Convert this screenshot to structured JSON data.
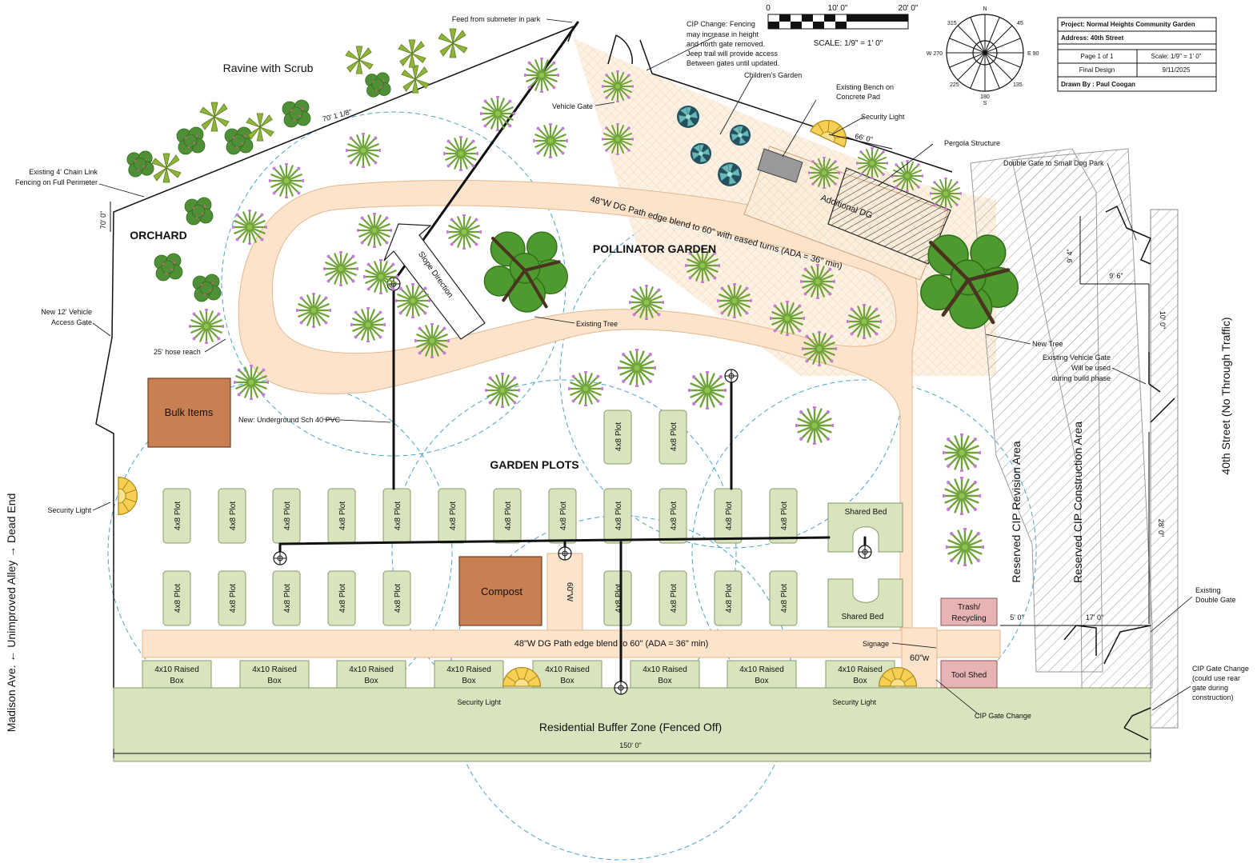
{
  "title_block": {
    "project": "Project: Normal Heights Community Garden",
    "address": "Address: 40th Street",
    "page": "Page 1 of 1",
    "scale": "Scale: 1/9\" = 1' 0\"",
    "status": "Final Design",
    "date": "9/11/2025",
    "drawn_by": "Drawn By : Paul Coogan"
  },
  "scale_bar": {
    "t0": "0",
    "t10": "10' 0\"",
    "t20": "20' 0\"",
    "label": "SCALE:   1/9\" = 1' 0\""
  },
  "compass": {
    "n": "N",
    "s": "S",
    "w": "W 270",
    "e": "E 90",
    "s180": "180",
    "d45": "45",
    "d135": "135",
    "d225": "225",
    "d315": "315"
  },
  "areas": {
    "ravine": "Ravine with Scrub",
    "orchard": "ORCHARD",
    "pollinator": "POLLINATOR GARDEN",
    "plots": "GARDEN PLOTS",
    "buffer": "Residential Buffer Zone (Fenced Off)",
    "cip_revision": "Reserved CIP Revision Area",
    "cip_construction": "Reserved CIP Construction Area",
    "street": "40th Street (No Through Traffic)",
    "alley": "Madison Ave. ← Unimproved Alley → Dead End"
  },
  "structures": {
    "bulk": "Bulk Items",
    "compost": "Compost",
    "trash1": "Trash/",
    "trash2": "Recycling",
    "shed": "Tool Shed",
    "shared": "Shared Bed",
    "plot": "4x8 Plot",
    "raised1": "4x10 Raised",
    "raised2": "Box",
    "dg": "Additional DG"
  },
  "notes": {
    "feed": "Feed from submeter in park",
    "cip1": "CIP Change: Fencing",
    "cip2": "may increase in height",
    "cip3": "and north gate removed.",
    "cip4": "Jeep trail will provide access",
    "cip5": "Between gates until updated.",
    "children": "Children's Garden",
    "bench1": "Existing Bench on",
    "bench2": "Concrete Pad",
    "security_top": "Security Light",
    "pergola": "Pergola Structure",
    "dog_gate": "Double Gate to Small Dog Park",
    "vehicle_gate": "Vehicle Gate",
    "fence1": "Existing 4' Chain Link",
    "fence2": "Fencing on Full Perimeter",
    "access1": "New 12' Vehicle",
    "access2": "Access Gate",
    "hose": "25' hose reach",
    "pvc": "New: Underground Sch 40 PVC",
    "security_left": "Security Light",
    "existing_tree": "Existing Tree",
    "new_tree": "New Tree",
    "veh_gate1": "Existing Vehicle Gate",
    "veh_gate2": "Will be used",
    "veh_gate3": "during build phase",
    "slope": "Slope Direction",
    "path_top": "48\"W DG Path edge blend to 60\" with eased turns (ADA = 36\" min)",
    "path_bottom": "48\"W DG Path edge blend to 60\" (ADA = 36\" min)",
    "w60_vert": "60\"W",
    "w60": "60\"w",
    "signage": "Signage",
    "security_b1": "Security Light",
    "security_b2": "Security Light",
    "cip_gate": "CIP Gate Change",
    "exist_dbl1": "Existing",
    "exist_dbl2": "Double Gate",
    "cip_gate2_1": "CIP Gate Change",
    "cip_gate2_2": "(could use rear",
    "cip_gate2_3": "gate during",
    "cip_gate2_4": "construction)"
  },
  "dims": {
    "d70": "70' 0\"",
    "d70b": "70' 1 1/8\"",
    "d66": "66' 0\"",
    "d94": "9' 4\"",
    "d96": "9' 6\"",
    "d10": "10' 0\"",
    "d28": "28' 0\"",
    "d17": "17' 0\"",
    "d5": "5' 0\"",
    "d150": "150' 0\""
  },
  "colors": {
    "plot_fill": "#d7e4bd",
    "path_fill": "#fbe3cc",
    "structure_brown": "#c87f52",
    "trash_pink": "#e6b4b2",
    "security_yellow": "#f8d367",
    "hose_circle": "#4aa3c8"
  }
}
